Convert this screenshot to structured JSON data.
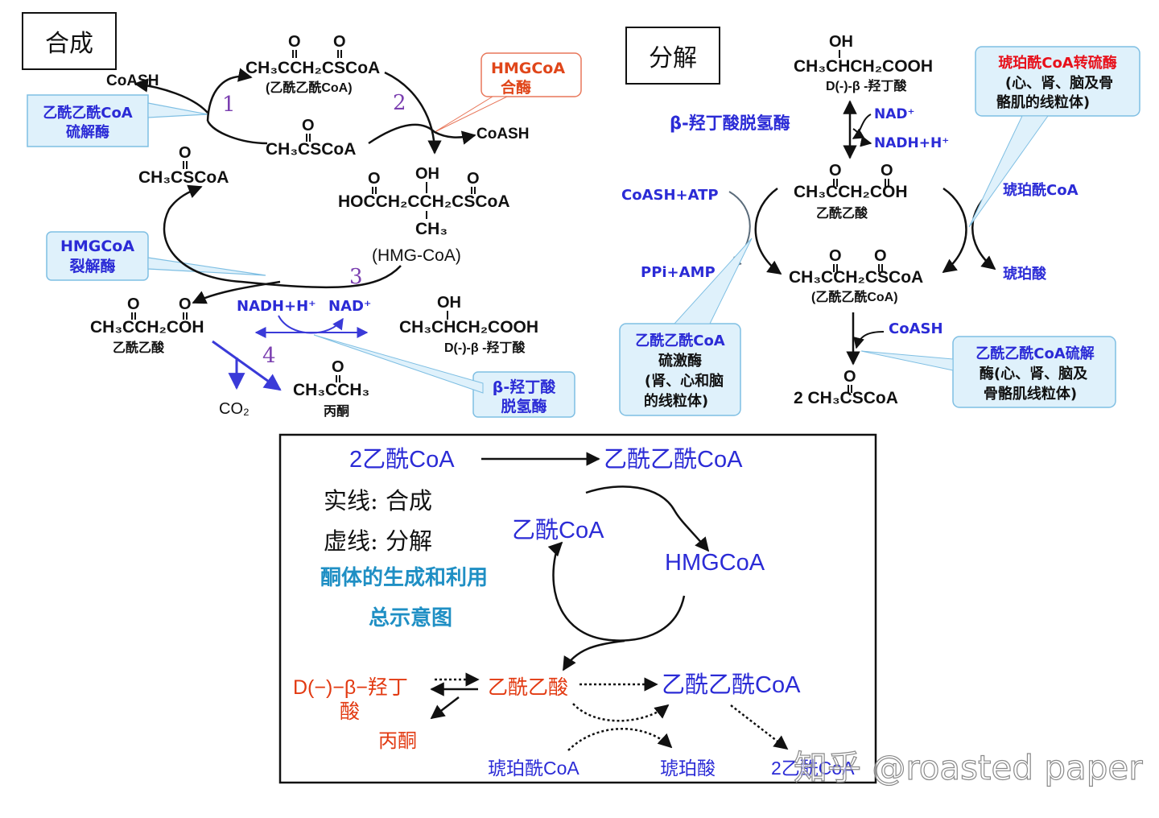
{
  "synthesis": {
    "title": "合成",
    "acetoacetyl_coa": "CH₃CCH₂CSCoA",
    "acetoacetyl_coa_name": "(乙酰乙酰CoA)",
    "coash_top": "CoASH",
    "thiolase_line1": "乙酰乙酰CoA",
    "thiolase_line2": "硫解酶",
    "acetyl_coa_left": "CH₃CSCoA",
    "acetyl_coa_mid": "CH₃CSCoA",
    "hmg_synthase_line1": "HMGCoA",
    "hmg_synthase_line2": "合酶",
    "coash_right": "CoASH",
    "hmg_coa_formula": "HOCCH₂CCH₂CSCoA",
    "hmg_coa_oh": "OH",
    "hmg_coa_ch3": "CH₃",
    "hmg_coa_name": "(HMG-CoA)",
    "lyase_line1": "HMGCoA",
    "lyase_line2": "裂解酶",
    "step1": "1",
    "step2": "2",
    "step3": "3",
    "step4": "4",
    "acetoacetate": "CH₃CCH₂COH",
    "acetoacetate_name": "乙酰乙酸",
    "nadh": "NADH+H⁺",
    "nad": "NAD⁺",
    "hydroxybutyrate": "CH₃CHCH₂COOH",
    "hydroxybutyrate_oh": "OH",
    "hydroxybutyrate_name": "D(-)-β -羟丁酸",
    "co2": "CO₂",
    "acetone": "CH₃CCH₃",
    "acetone_name": "丙酮",
    "bhbdh_line1": "β-羟丁酸",
    "bhbdh_line2": "脱氢酶",
    "o": "O"
  },
  "decomposition": {
    "title": "分解",
    "hydroxybutyrate": "CH₃CHCH₂COOH",
    "hydroxybutyrate_oh": "OH",
    "hydroxybutyrate_name": "D(-)-β -羟丁酸",
    "nad": "NAD⁺",
    "nadh": "NADH+H⁺",
    "bhbdh": "β-羟丁酸脱氢酶",
    "acetoacetate": "CH₃CCH₂COH",
    "acetoacetate_name": "乙酰乙酸",
    "coash_atp": "CoASH+ATP",
    "ppi_amp": "PPi+AMP",
    "succinyl_coa": "琥珀酰CoA",
    "succinate": "琥珀酸",
    "acetoacetyl_coa": "CH₃CCH₂CSCoA",
    "acetoacetyl_coa_name": "(乙酰乙酰CoA)",
    "coash": "CoASH",
    "acetyl_coa_x2": "2 CH₃CSCoA",
    "transferase_line1": "琥珀酰CoA转硫酶",
    "transferase_line2": "(心、肾、脑及骨",
    "transferase_line3": "骼肌的线粒体)",
    "kinase_line1": "乙酰乙酰CoA",
    "kinase_line2": "硫激酶",
    "kinase_line3": "(肾、心和脑",
    "kinase_line4": "的线粒体)",
    "thiolase_line1": "乙酰乙酰CoA硫解",
    "thiolase_line2": "酶(心、肾、脑及",
    "thiolase_line3": "骨骼肌线粒体)",
    "o": "O"
  },
  "summary": {
    "acetyl_coa_2": "2乙酰CoA",
    "acetoacetyl_coa_top": "乙酰乙酰CoA",
    "legend_solid": "实线:  合成",
    "legend_dashed": "虚线:  分解",
    "caption_line1": "酮体的生成和利用",
    "caption_line2": "总示意图",
    "acetyl_coa": "乙酰CoA",
    "hmgcoa": "HMGCoA",
    "hydroxybutyrate_line1": "D(−)−β−羟丁",
    "hydroxybutyrate_line2": "酸",
    "acetoacetate": "乙酰乙酸",
    "acetoacetyl_coa_bottom": "乙酰乙酰CoA",
    "acetone": "丙酮",
    "succinyl_coa": "琥珀酰CoA",
    "succinate": "琥珀酸",
    "acetyl_coa_2_bottom": "2乙酰CoA"
  },
  "watermark": "知乎 @roasted paper",
  "colors": {
    "blue_text": "#2b2bd6",
    "red_text": "#e23a12",
    "orange_text": "#e0461a",
    "teal_text": "#1f8fc4",
    "callout_fill": "#dff1fb",
    "callout_stroke": "#7fbfe3",
    "purple_step": "#7b3fb0"
  }
}
